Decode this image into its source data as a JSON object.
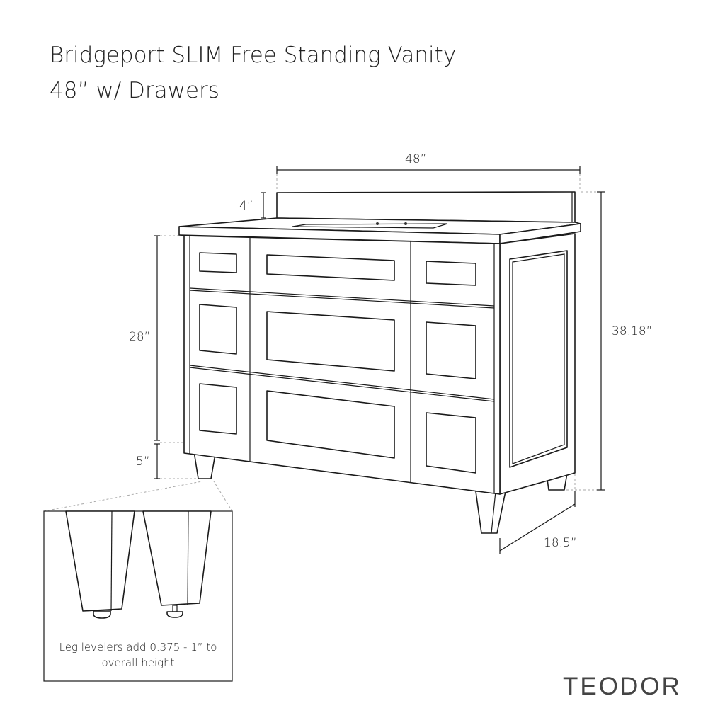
{
  "title": {
    "line1": "Bridgeport SLIM Free Standing Vanity",
    "line2": "48” w/ Drawers"
  },
  "dimensions": {
    "width": "48”",
    "backsplash": "4”",
    "cabinet_height": "28”",
    "leg_height": "5”",
    "overall_height": "38.18”",
    "depth": "18.5”"
  },
  "inset": {
    "note": "Leg levelers add 0.375 - 1” to overall height"
  },
  "brand": "TEODOR"
}
